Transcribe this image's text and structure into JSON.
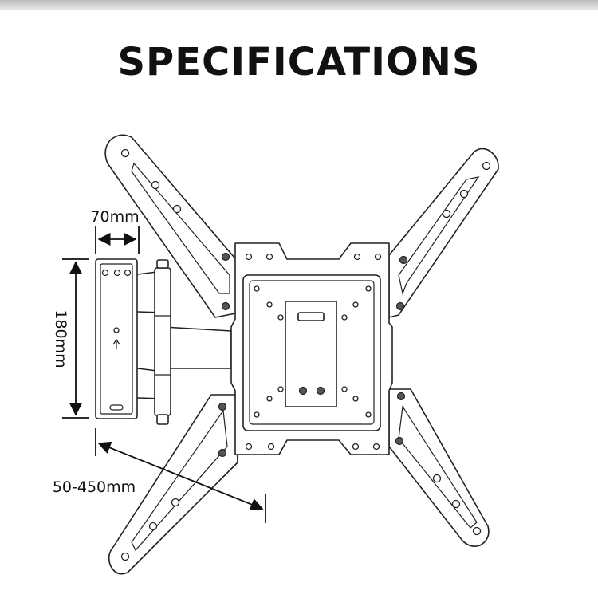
{
  "title": "SPECIFICATIONS",
  "dimensions": {
    "depth_min": "70mm",
    "plate_height": "180mm",
    "extension_range": "50-450mm"
  },
  "colors": {
    "line": "#222222",
    "background": "#ffffff",
    "top_band": "#c8c8c8"
  }
}
